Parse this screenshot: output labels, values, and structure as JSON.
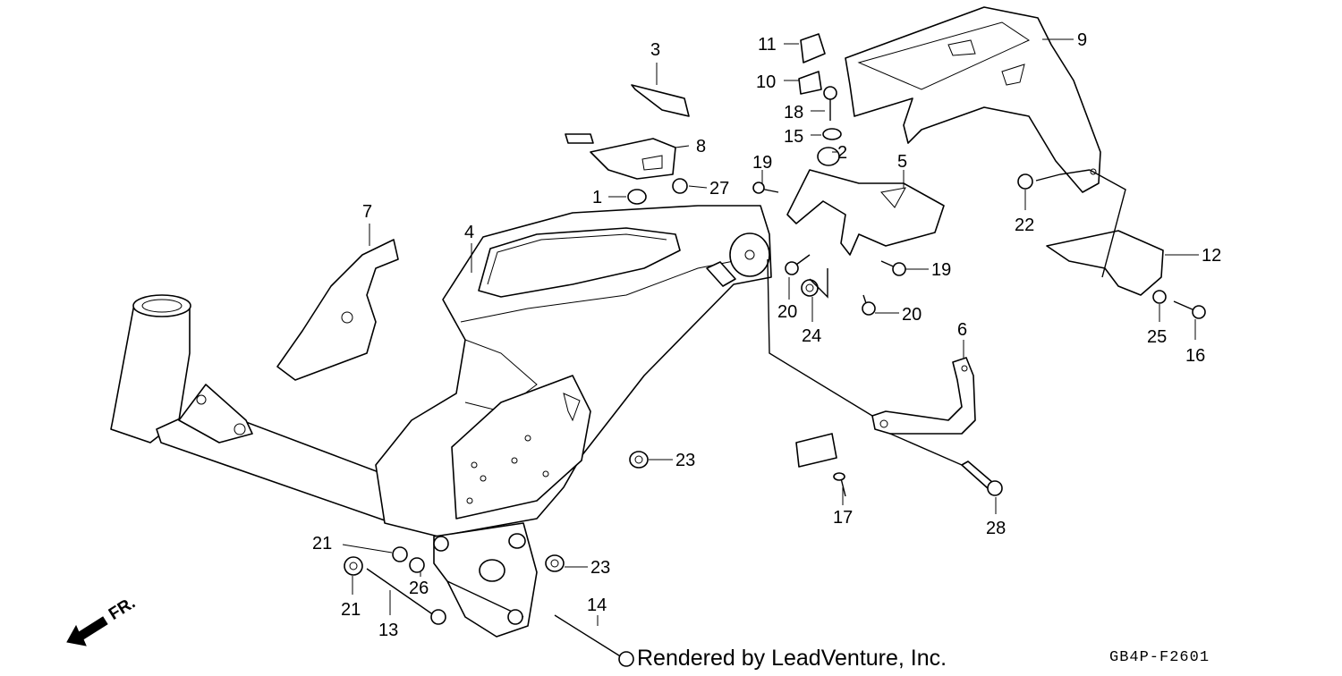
{
  "diagram": {
    "code": "GB4P-F2601",
    "credit": "Rendered by LeadVenture, Inc.",
    "direction_label": "FR.",
    "callouts": [
      {
        "id": "c3",
        "label": "3"
      },
      {
        "id": "c8",
        "label": "8"
      },
      {
        "id": "c27",
        "label": "27"
      },
      {
        "id": "c1",
        "label": "1"
      },
      {
        "id": "c7",
        "label": "7"
      },
      {
        "id": "c4",
        "label": "4"
      },
      {
        "id": "c11",
        "label": "11"
      },
      {
        "id": "c10",
        "label": "10"
      },
      {
        "id": "c18",
        "label": "18"
      },
      {
        "id": "c15",
        "label": "15"
      },
      {
        "id": "c2",
        "label": "2"
      },
      {
        "id": "c5",
        "label": "5"
      },
      {
        "id": "c19a",
        "label": "19"
      },
      {
        "id": "c19b",
        "label": "19"
      },
      {
        "id": "c20a",
        "label": "20"
      },
      {
        "id": "c20b",
        "label": "20"
      },
      {
        "id": "c24",
        "label": "24"
      },
      {
        "id": "c9",
        "label": "9"
      },
      {
        "id": "c22",
        "label": "22"
      },
      {
        "id": "c12",
        "label": "12"
      },
      {
        "id": "c25",
        "label": "25"
      },
      {
        "id": "c16",
        "label": "16"
      },
      {
        "id": "c6",
        "label": "6"
      },
      {
        "id": "c23a",
        "label": "23"
      },
      {
        "id": "c23b",
        "label": "23"
      },
      {
        "id": "c17",
        "label": "17"
      },
      {
        "id": "c28",
        "label": "28"
      },
      {
        "id": "c21a",
        "label": "21"
      },
      {
        "id": "c21b",
        "label": "21"
      },
      {
        "id": "c26",
        "label": "26"
      },
      {
        "id": "c13",
        "label": "13"
      },
      {
        "id": "c14",
        "label": "14"
      }
    ]
  }
}
